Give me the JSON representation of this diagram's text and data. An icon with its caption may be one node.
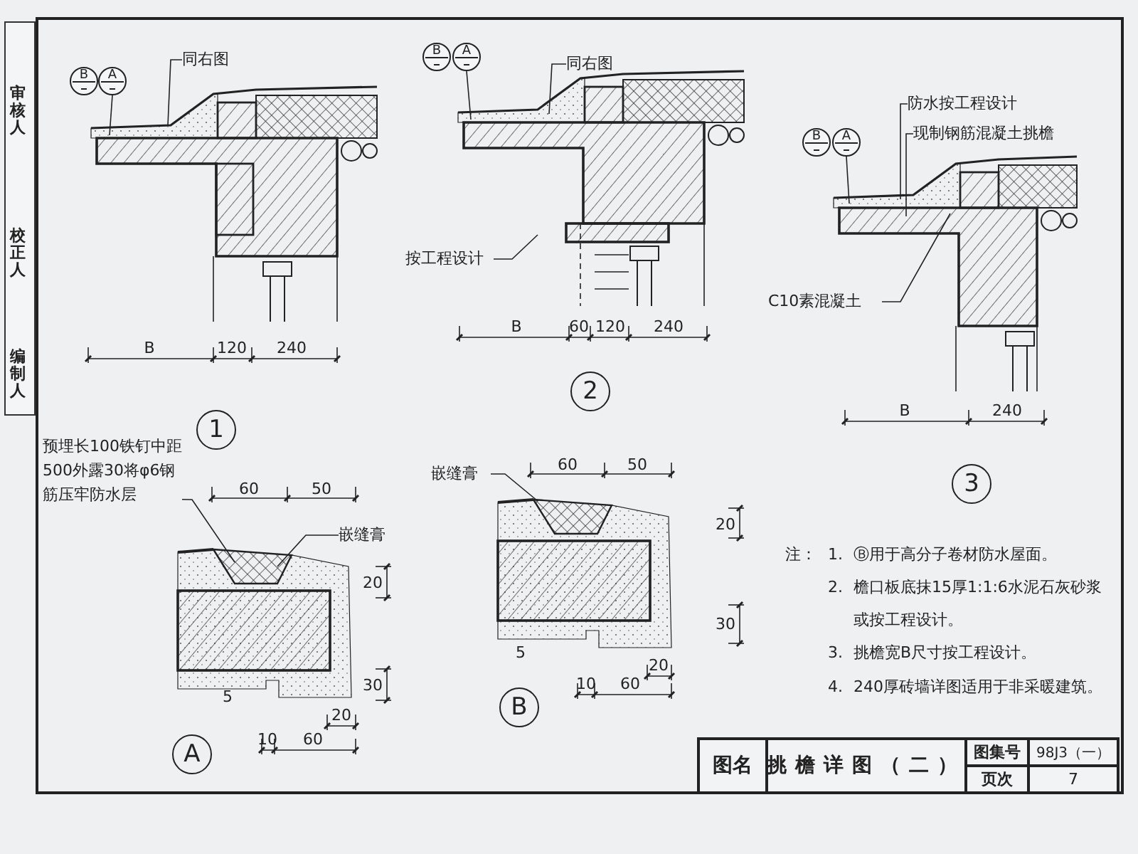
{
  "diagram": {
    "title": "挑檐详图（二）",
    "nodes": [
      {
        "text": [
          "B"
        ]
      },
      {
        "text": [
          "A"
        ]
      },
      {
        "text": [
          "同右图"
        ]
      },
      {
        "text": [
          "B"
        ]
      },
      {
        "text": [
          "A"
        ]
      },
      {
        "text": [
          "同右图"
        ]
      },
      {
        "text": [
          "按工程设计"
        ]
      },
      {
        "text": [
          "防水按工程设计"
        ]
      },
      {
        "text": [
          "现制钢筋混凝土挑檐"
        ]
      },
      {
        "text": [
          "B"
        ]
      },
      {
        "text": [
          "A"
        ]
      },
      {
        "text": [
          "C10素混凝土"
        ]
      },
      {
        "text": [
          "1"
        ]
      },
      {
        "text": [
          "2"
        ]
      },
      {
        "text": [
          "3"
        ]
      },
      {
        "text": [
          "预埋长100铁钉中距500外露30将φ6钢筋压牢防水层"
        ]
      },
      {
        "text": [
          "嵌缝膏"
        ]
      },
      {
        "text": [
          "嵌缝膏"
        ]
      },
      {
        "text": [
          "A"
        ]
      },
      {
        "text": [
          "B"
        ]
      }
    ],
    "edges": [
      {
        "from": 1,
        "to": null,
        "arrow": "none"
      },
      {
        "from": 2,
        "to": null,
        "arrow": "none"
      },
      {
        "from": 4,
        "to": null,
        "arrow": "none"
      },
      {
        "from": 5,
        "to": null,
        "arrow": "none"
      },
      {
        "from": 6,
        "to": null,
        "arrow": "none"
      },
      {
        "from": 10,
        "to": null,
        "arrow": "none"
      },
      {
        "from": 7,
        "to": null,
        "arrow": "none"
      },
      {
        "from": 8,
        "to": null,
        "arrow": "none"
      },
      {
        "from": 11,
        "to": null,
        "arrow": "none"
      },
      {
        "from": 15,
        "to": null,
        "arrow": "none"
      },
      {
        "from": 16,
        "to": null,
        "arrow": "none"
      },
      {
        "from": 17,
        "to": null,
        "arrow": "none"
      }
    ],
    "labels": [
      "审核人",
      "校正人",
      "编制人",
      "B",
      "120",
      "240",
      "B",
      "60",
      "120",
      "240",
      "B",
      "240",
      "60",
      "50",
      "20",
      "30",
      "5",
      "20",
      "10",
      "60",
      "60",
      "50",
      "20",
      "30",
      "5",
      "20",
      "10",
      "60",
      "注：",
      "1.",
      "Ⓑ用于高分子卷材防水屋面。",
      "2.",
      "檐口板底抹15厚1:1:6水泥石灰砂浆或按工程设计。",
      "3.",
      "挑檐宽B尺寸按工程设计。",
      "4.",
      "240厚砖墙详图适用于非采暖建筑。",
      "图名",
      "图集号",
      "98J3（一）",
      "页次",
      "7"
    ]
  }
}
